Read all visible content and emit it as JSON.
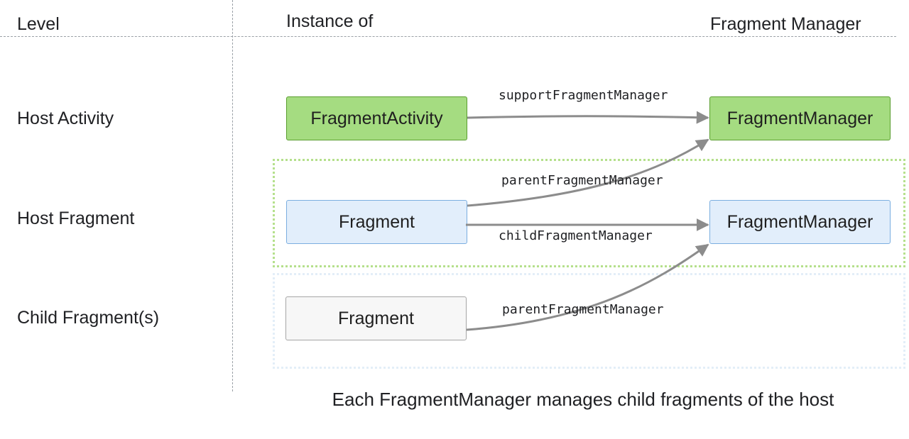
{
  "headers": {
    "level": "Level",
    "instance_of": "Instance of",
    "fragment_manager": "Fragment Manager"
  },
  "levels": [
    "Host Activity",
    "Host Fragment",
    "Child Fragment(s)"
  ],
  "boxes": {
    "fragment_activity": "FragmentActivity",
    "activity_manager": "FragmentManager",
    "host_fragment": "Fragment",
    "host_manager": "FragmentManager",
    "child_fragment": "Fragment"
  },
  "arrows": {
    "support": "supportFragmentManager",
    "parent_of_host": "parentFragmentManager",
    "child": "childFragmentManager",
    "parent_of_child": "parentFragmentManager"
  },
  "caption": "Each FragmentManager manages child fragments of the host",
  "colors": {
    "activity_fill": "#a5dc81",
    "fragment_fill": "#e2eefb",
    "child_fill": "#f7f7f7",
    "arrow": "#8c8c8c"
  }
}
